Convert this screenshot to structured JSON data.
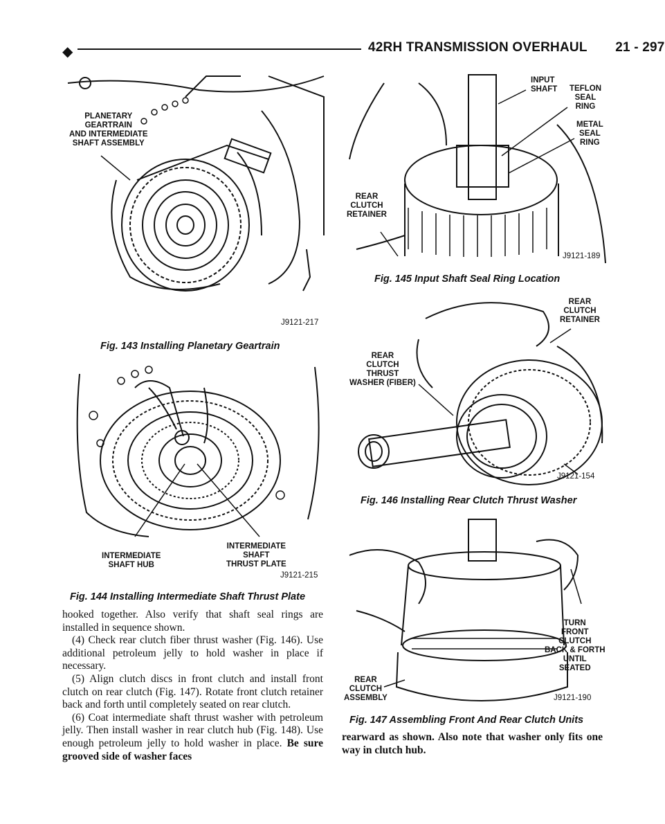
{
  "header": {
    "bullet": "◆",
    "title": "42RH TRANSMISSION OVERHAUL",
    "page": "21 - 297"
  },
  "fig143": {
    "label_lines": [
      "PLANETARY",
      "GEARTRAIN",
      "AND INTERMEDIATE",
      "SHAFT ASSEMBLY"
    ],
    "code": "J9121-217",
    "caption": "Fig. 143 Installing Planetary Geartrain"
  },
  "fig144": {
    "label_hub": [
      "INTERMEDIATE",
      "SHAFT HUB"
    ],
    "label_plate": [
      "INTERMEDIATE",
      "SHAFT",
      "THRUST PLATE"
    ],
    "code": "J9121-215",
    "caption": "Fig. 144 Installing Intermediate Shaft Thrust Plate"
  },
  "fig145": {
    "label_input": [
      "INPUT",
      "SHAFT"
    ],
    "label_teflon": [
      "TEFLON",
      "SEAL",
      "RING"
    ],
    "label_metal": [
      "METAL",
      "SEAL",
      "RING"
    ],
    "label_rear": [
      "REAR",
      "CLUTCH",
      "RETAINER"
    ],
    "code": "J9121-189",
    "caption": "Fig. 145 Input Shaft Seal Ring Location"
  },
  "fig146": {
    "label_retainer": [
      "REAR",
      "CLUTCH",
      "RETAINER"
    ],
    "label_washer": [
      "REAR",
      "CLUTCH",
      "THRUST",
      "WASHER (FIBER)"
    ],
    "code": "J9121-154",
    "caption": "Fig. 146 Installing Rear Clutch Thrust Washer"
  },
  "fig147": {
    "label_turn": [
      "TURN",
      "FRONT",
      "CLUTCH",
      "BACK & FORTH",
      "UNTIL",
      "SEATED"
    ],
    "label_rear": [
      "REAR",
      "CLUTCH",
      "ASSEMBLY"
    ],
    "code": "J9121-190",
    "caption": "Fig. 147 Assembling Front And Rear Clutch Units"
  },
  "body_left": {
    "p1": "hooked together. Also verify that shaft seal rings are installed in sequence shown.",
    "p2": "(4) Check rear clutch fiber thrust washer (Fig. 146). Use additional petroleum jelly to hold washer in place if necessary.",
    "p3": "(5) Align clutch discs in front clutch and install front clutch on rear clutch (Fig. 147). Rotate front clutch retainer back and forth until completely seated on rear clutch.",
    "p4_normal": "(6) Coat intermediate shaft thrust washer with petroleum jelly. Then install washer in rear clutch hub (Fig. 148). Use enough petroleum jelly to hold washer in place.",
    "p4_bold": "Be sure grooved side of washer faces"
  },
  "body_right": {
    "p1_bold": "rearward as shown. Also note that washer only fits one way in clutch hub."
  }
}
